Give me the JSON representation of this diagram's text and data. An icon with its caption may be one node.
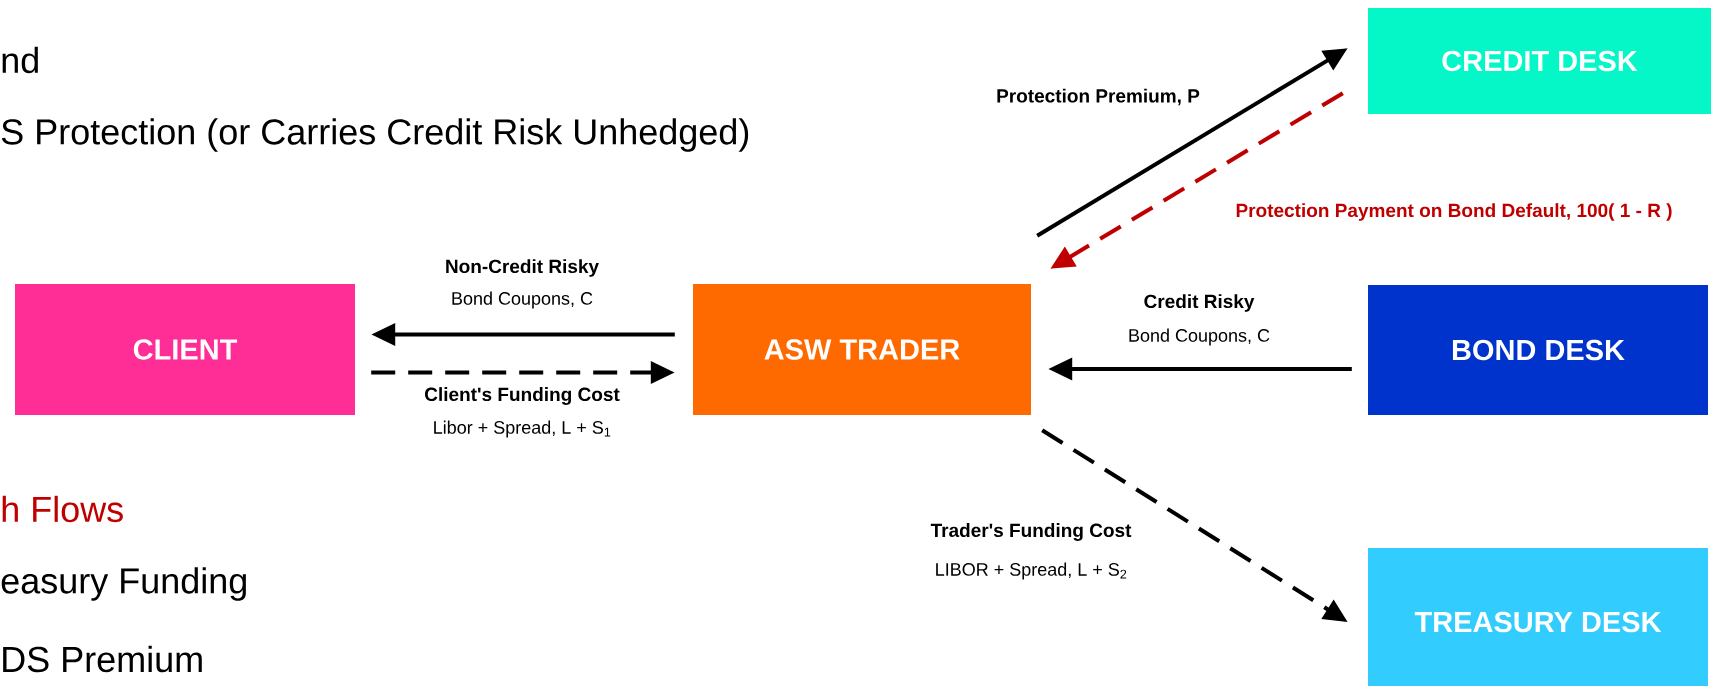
{
  "diagram": {
    "nodes": [
      {
        "text": [
          "CLIENT"
        ]
      },
      {
        "text": [
          "ASW TRADER"
        ]
      },
      {
        "text": [
          "CREDIT DESK"
        ]
      },
      {
        "text": [
          "BOND DESK"
        ]
      },
      {
        "text": [
          "TREASURY DESK"
        ]
      }
    ],
    "edges": [
      {
        "from": 1,
        "to": 0,
        "arrow": "to",
        "label": "Non-Credit Risky"
      },
      {
        "from": 0,
        "to": 1,
        "arrow": "to",
        "style": "dashed",
        "label": "Client's Funding Cost"
      },
      {
        "from": 1,
        "to": 2,
        "arrow": "to",
        "label": "Protection Premium, P"
      },
      {
        "from": 2,
        "to": 1,
        "arrow": "to",
        "style": "dashed",
        "color": "#c00000",
        "label": "Protection Payment on Bond Default, 100( 1 - R )"
      },
      {
        "from": 3,
        "to": 1,
        "arrow": "to",
        "label": "Credit Risky"
      },
      {
        "from": 1,
        "to": 4,
        "arrow": "to",
        "style": "dashed",
        "label": "Trader's Funding Cost"
      }
    ],
    "labels": [
      "nd",
      "S Protection (or Carries Credit Risk Unhedged)",
      "Bond Coupons, C",
      "Bond Coupons, C",
      "Libor + Spread, L + S$_{1}$",
      "h Flows",
      "LIBOR + Spread, L + S$_{2}$",
      "easury Funding",
      "DS Premium"
    ]
  }
}
